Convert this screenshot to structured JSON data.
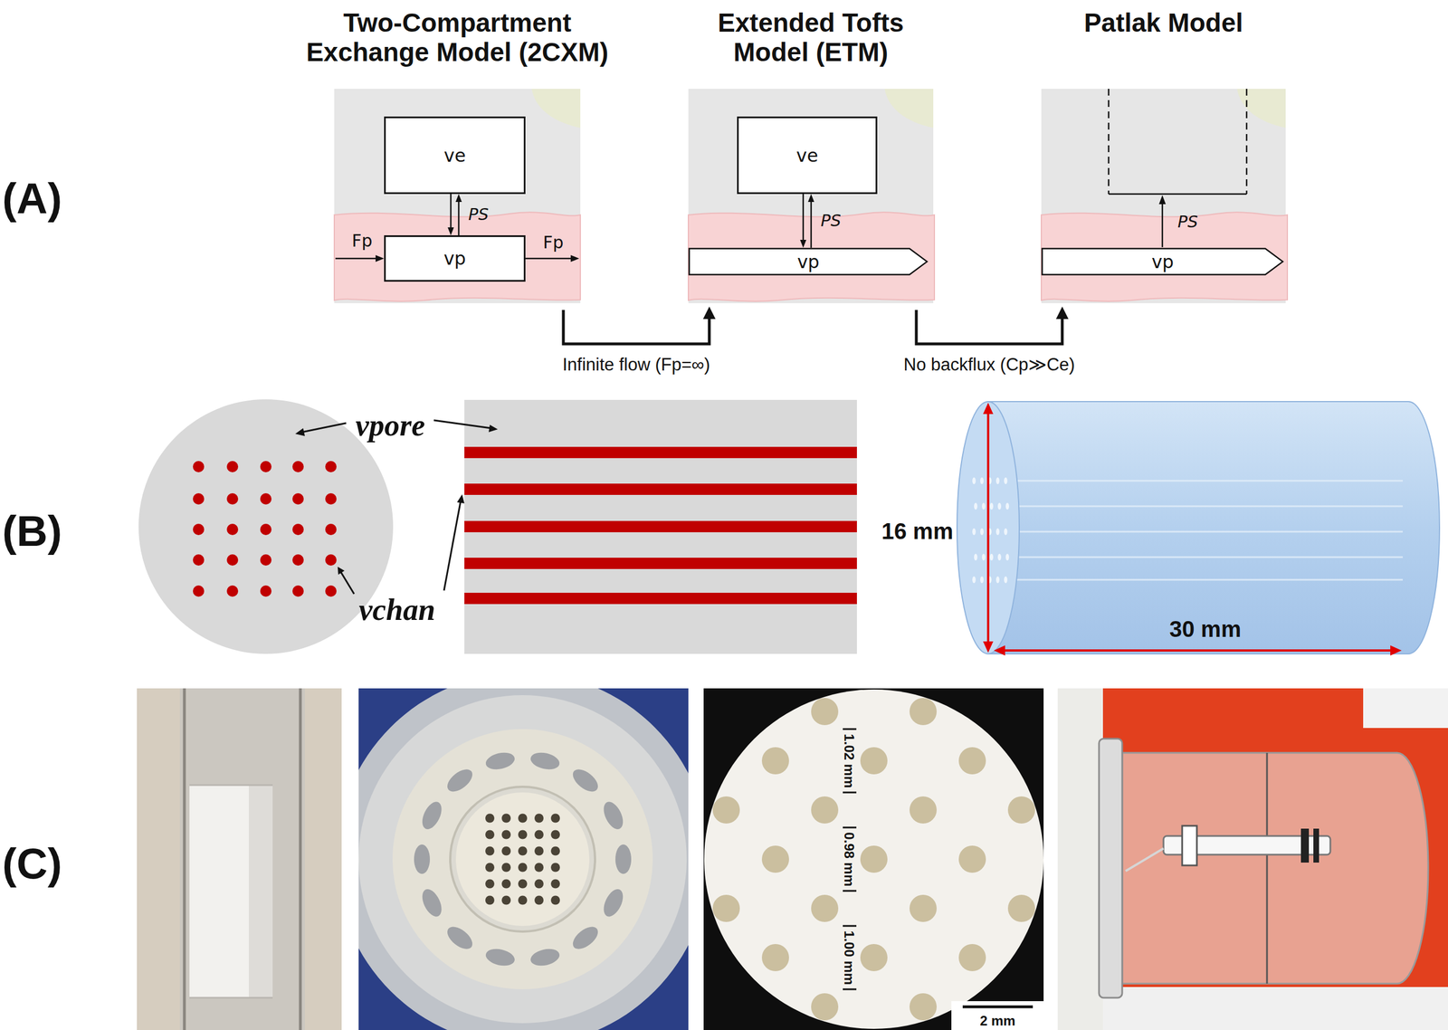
{
  "diagram": {
    "nodes": [
      {
        "text": [
          "Two-Compartment Exchange Model (2CXM)"
        ]
      },
      {
        "text": [
          "ve"
        ],
        "in": 0
      },
      {
        "text": [
          "vp"
        ],
        "in": 0
      },
      {
        "text": [
          "Extended Tofts Model (ETM)"
        ]
      },
      {
        "text": [
          "ve"
        ],
        "in": 3
      },
      {
        "text": [
          "vp"
        ],
        "in": 3
      },
      {
        "text": [
          "Patlak Model"
        ]
      },
      {
        "text": [
          "vp"
        ],
        "in": 6
      }
    ],
    "edges": [
      {
        "from": 1,
        "to": 2,
        "arrow": "both",
        "label": "PS"
      },
      {
        "from": 4,
        "to": 5,
        "arrow": "both",
        "label": "PS"
      },
      {
        "from": 0,
        "to": 3,
        "arrow": "to",
        "label": "Infinite flow (Fp=∞)"
      },
      {
        "from": 3,
        "to": 6,
        "arrow": "to",
        "label": "No backflux (Cp≫Ce)"
      }
    ],
    "labels": [
      "(A)",
      "Fp",
      "Fp",
      "PS",
      "(B)",
      "vpore",
      "vchan",
      "16 mm",
      "30 mm",
      "(C)",
      "1.02 mm",
      "0.98 mm",
      "1.00 mm",
      "2 mm"
    ]
  }
}
